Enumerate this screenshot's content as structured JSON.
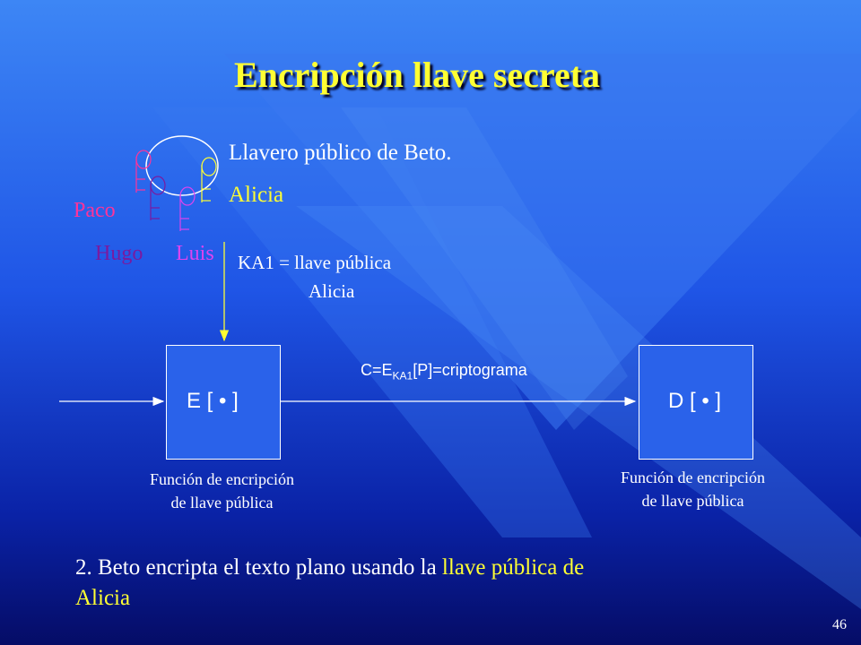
{
  "title": "Encripción llave secreta",
  "keyring": {
    "label": "Llavero público de Beto.",
    "owner_key": "Alicia",
    "others": [
      "Paco",
      "Hugo",
      "Luis"
    ]
  },
  "key_note": {
    "line1": "KA1 = llave pública",
    "line2": "Alicia"
  },
  "encrypt_box": {
    "label": "E [ • ]"
  },
  "decrypt_box": {
    "label": "D [ • ]"
  },
  "cipher_label": {
    "prefix": "C=E",
    "subscript": "KA1",
    "suffix": "[P]=criptograma"
  },
  "captions": {
    "left": {
      "line1": "Función de encripción",
      "line2": "de llave pública"
    },
    "right": {
      "line1": "Función de encripción",
      "line2": "de llave pública"
    }
  },
  "body": {
    "plain": "2. Beto encripta el texto plano usando la ",
    "highlight1": "llave pública de",
    "highlight2": "Alicia"
  },
  "slide_number": "46",
  "colors": {
    "title": "#ffff33",
    "paco": "#ff3399",
    "hugo": "#7a1aa0",
    "luis": "#dd44ee",
    "arrow": "#ffff33"
  }
}
